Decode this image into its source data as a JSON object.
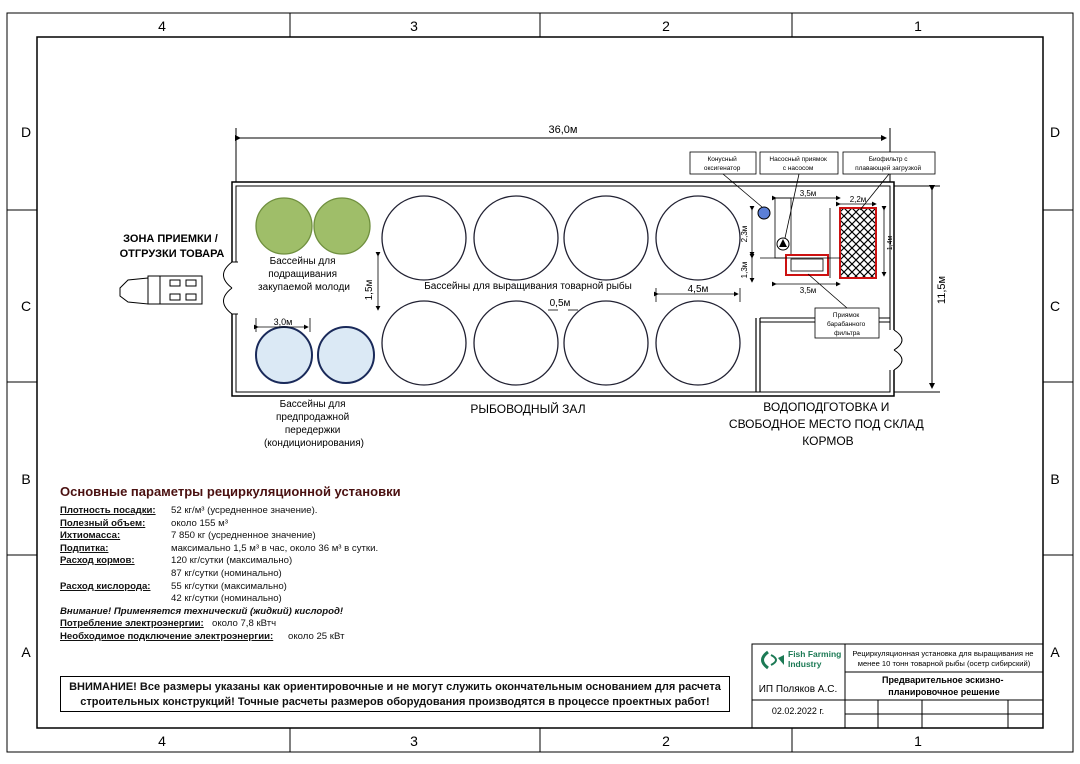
{
  "frame": {
    "top_columns": [
      "4",
      "3",
      "2",
      "1"
    ],
    "bottom_columns": [
      "4",
      "3",
      "2",
      "1"
    ],
    "left_rows": [
      "D",
      "C",
      "B",
      "A"
    ],
    "right_rows": [
      "D",
      "C",
      "B",
      "A"
    ]
  },
  "plan": {
    "length_dim": "36,0м",
    "width_dim": "11,5м",
    "loading_zone": [
      "ЗОНА ПРИЕМКИ /",
      "ОТГРУЗКИ ТОВАРА"
    ],
    "nursery_pools_label": [
      "Бассейны для",
      "подращивания",
      "закупаемой молоди"
    ],
    "grow_pools_label": "Бассейны для выращивания товарной рыбы",
    "holding_pools_label": [
      "Бассейны для",
      "предпродажной",
      "передержки",
      "(кондиционирования)"
    ],
    "hall_label": "РЫБОВОДНЫЙ ЗАЛ",
    "water_room_label": [
      "ВОДОПОДГОТОВКА И",
      "СВОБОДНОЕ МЕСТО ПОД СКЛАД",
      "КОРМОВ"
    ],
    "dim_pool_small": "3,0м",
    "dim_pool_large": "4,5м",
    "dim_gap_vertical": "1,5м",
    "dim_gap_horizontal": "0,5м",
    "dim_35_top": "3,5м",
    "dim_35_bottom": "3,5м",
    "dim_22": "2,2м",
    "dim_23": "2,3м",
    "dim_13": "1,3м",
    "dim_14": "1,4м",
    "callout_oxygenator": [
      "Конусный",
      "оксигенатор"
    ],
    "callout_pump": [
      "Насосный приямок",
      "с насосом"
    ],
    "callout_biofilter": [
      "Биофильтр с",
      "плавающей загрузкой"
    ],
    "callout_drum": [
      "Приямок",
      "барабанного",
      "фильтра"
    ],
    "colors": {
      "nursery": "#9fbe69",
      "holding": "#dbe9f5",
      "grow": "#ffffff",
      "filter_red": "#cc1111"
    }
  },
  "params": {
    "title": "Основные параметры рециркуляционной установки",
    "rows": [
      {
        "label": "Плотность посадки:",
        "value": "52 кг/м³ (усредненное значение)."
      },
      {
        "label": "Полезный объем:",
        "value": "около 155 м³"
      },
      {
        "label": "Ихтиомасса:",
        "value": "7 850 кг (усредненное значение)"
      },
      {
        "label": "Подпитка:",
        "value": "максимально 1,5 м³ в час,  около 36 м³ в сутки."
      },
      {
        "label": "Расход кормов:",
        "value": "120 кг/сутки (максимально)"
      },
      {
        "label": "",
        "value": "87   кг/сутки (номинально)"
      },
      {
        "label": "Расход кислорода:",
        "value": "55 кг/сутки (максимально)"
      },
      {
        "label": "",
        "value": "42   кг/сутки (номинально)"
      }
    ],
    "oxygen_note": "Внимание! Применяется технический (жидкий) кислород!",
    "power_label": "Потребление электроэнергии:",
    "power_value": "около 7,8 кВтч",
    "connection_label": "Необходимое подключение электроэнергии:",
    "connection_value": "около 25 кВт"
  },
  "warning": {
    "line1": "ВНИМАНИЕ! Все размеры указаны как ориентировочные и не могут служить окончательным основанием для расчета",
    "line2": "строительных конструкций! Точные расчеты размеров оборудования производятся в процессе проектных работ!"
  },
  "title_block": {
    "logo_line1": "Fish Farming",
    "logo_line2": "Industry",
    "company": "ИП Поляков А.С.",
    "date": "02.02.2022 г.",
    "project_line1": "Рециркуляционная установка для выращивания не",
    "project_line2": "менее 10 тонн товарной рыбы (осетр сибирский)",
    "doc_line1": "Предварительное эскизно-",
    "doc_line2": "планировочное решение"
  }
}
